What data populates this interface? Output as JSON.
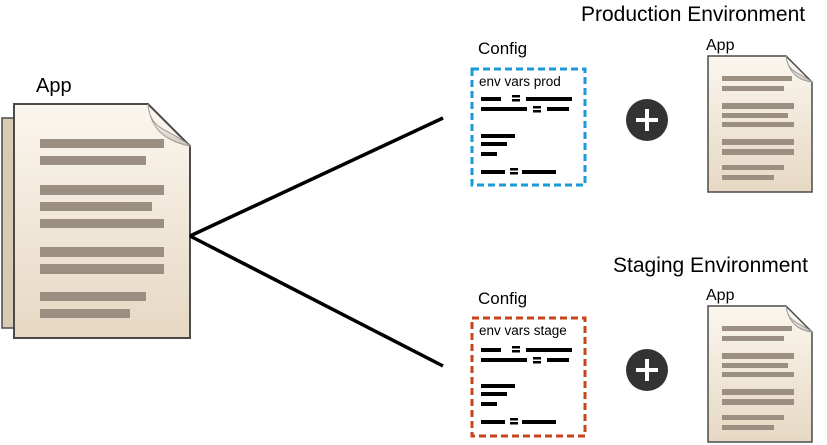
{
  "source_app": {
    "label": "App"
  },
  "environments": [
    {
      "title": "Production Environment",
      "config_label": "Config",
      "env_vars_label": "env vars prod",
      "border_color": "#1a9ad6",
      "plus_icon": "plus-circle-icon",
      "app_label": "App"
    },
    {
      "title": "Staging Environment",
      "config_label": "Config",
      "env_vars_label": "env vars stage",
      "border_color": "#c8441c",
      "plus_icon": "plus-circle-icon",
      "app_label": "App"
    }
  ],
  "colors": {
    "document_fill": "#f1e6d6",
    "document_text_lines": "#9b8f81",
    "document_outline": "#4a4a4a",
    "plus_circle": "#333333"
  }
}
